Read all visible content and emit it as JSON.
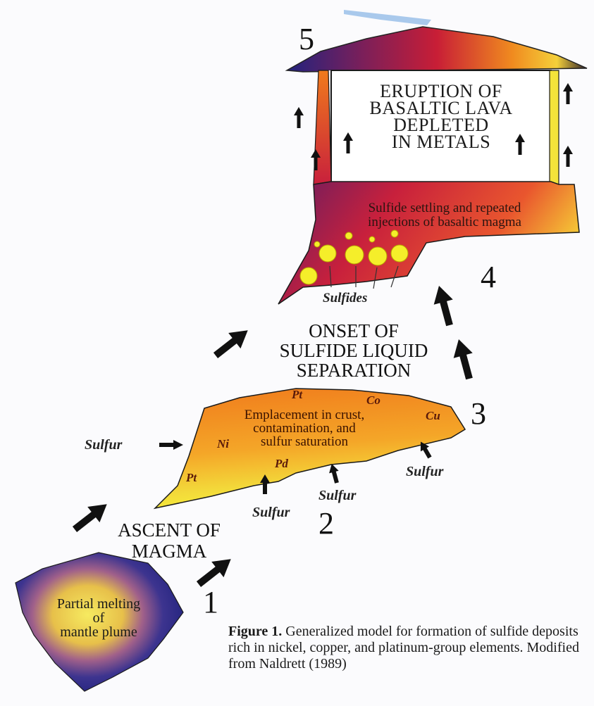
{
  "stages": {
    "s1": "1",
    "s2": "2",
    "s3": "3",
    "s4": "4",
    "s5": "5"
  },
  "labels": {
    "partial_1": "Partial melting",
    "partial_2": "of",
    "partial_3": "mantle plume",
    "ascent_1": "ASCENT OF",
    "ascent_2": "MAGMA",
    "emplace_1": "Emplacement in crust,",
    "emplace_2": "contamination, and",
    "emplace_3": "sulfur saturation",
    "onset_1": "ONSET OF",
    "onset_2": "SULFIDE LIQUID",
    "onset_3": "SEPARATION",
    "settling_1": "Sulfide settling and repeated",
    "settling_2": "injections of basaltic magma",
    "sulfides": "Sulfides",
    "erupt_1": "ERUPTION OF",
    "erupt_2": "BASALTIC LAVA",
    "erupt_3": "DEPLETED",
    "erupt_4": "IN METALS"
  },
  "elements": {
    "pt_top": "Pt",
    "co": "Co",
    "cu": "Cu",
    "ni": "Ni",
    "pd": "Pd",
    "pt_left": "Pt"
  },
  "sulfur_label": "Sulfur",
  "caption": {
    "bold": "Figure 1.",
    "text": "Generalized model for formation of sulfide deposits rich in nickel, copper, and platinum-group elements.  Modified from Naldrett (1989)"
  },
  "colors": {
    "plume_outer": "#2a2a8a",
    "plume_core": "#f4e25a",
    "chamber": "#f08a1e",
    "chamber_core": "#f6e83c",
    "upper_chamber": "#c4203a",
    "sulfide_drop": "#f5ee2a",
    "arrow": "#111111"
  }
}
